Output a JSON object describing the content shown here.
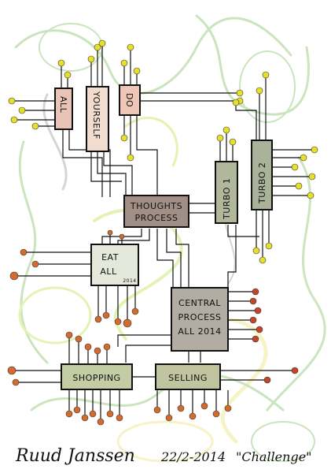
{
  "artwork": {
    "background_paper_color": "#ffffff",
    "wash_colors": [
      "#b9dca8",
      "#d9ef9c",
      "#f3f1b4",
      "#c9c7c7"
    ],
    "chips": [
      {
        "id": "all",
        "label": "ALL",
        "color": "#e9c4b6"
      },
      {
        "id": "yourself",
        "label": "YOURSELF",
        "color": "#f1dccf"
      },
      {
        "id": "do",
        "label": "DO",
        "color": "#efc7b8"
      },
      {
        "id": "thoughts",
        "label_line1": "THOUGHTS",
        "label_line2": "PROCESS",
        "color": "#a18f86"
      },
      {
        "id": "turbo1",
        "label": "TURBO 1",
        "color": "#b0b79a"
      },
      {
        "id": "turbo2",
        "label": "TURBO 2",
        "color": "#aab39a"
      },
      {
        "id": "eat",
        "label_line1": "EAT",
        "label_line2": "ALL",
        "label_small": "2014",
        "color": "#e4e9dc"
      },
      {
        "id": "central",
        "label_line1": "CENTRAL",
        "label_line2": "PROCESS",
        "label_line3": "ALL 2014",
        "color": "#b3aca2"
      },
      {
        "id": "shopping",
        "label": "SHOPPING",
        "color": "#c3cca3"
      },
      {
        "id": "selling",
        "label": "SELLING",
        "color": "#c1c59f"
      }
    ],
    "pin_colors": {
      "yellow": "#e7e02a",
      "orange": "#d36b2e",
      "red": "#c4462a"
    },
    "signature": "Ruud Janssen",
    "date": "22/2-2014",
    "title": "\"Challenge\""
  }
}
